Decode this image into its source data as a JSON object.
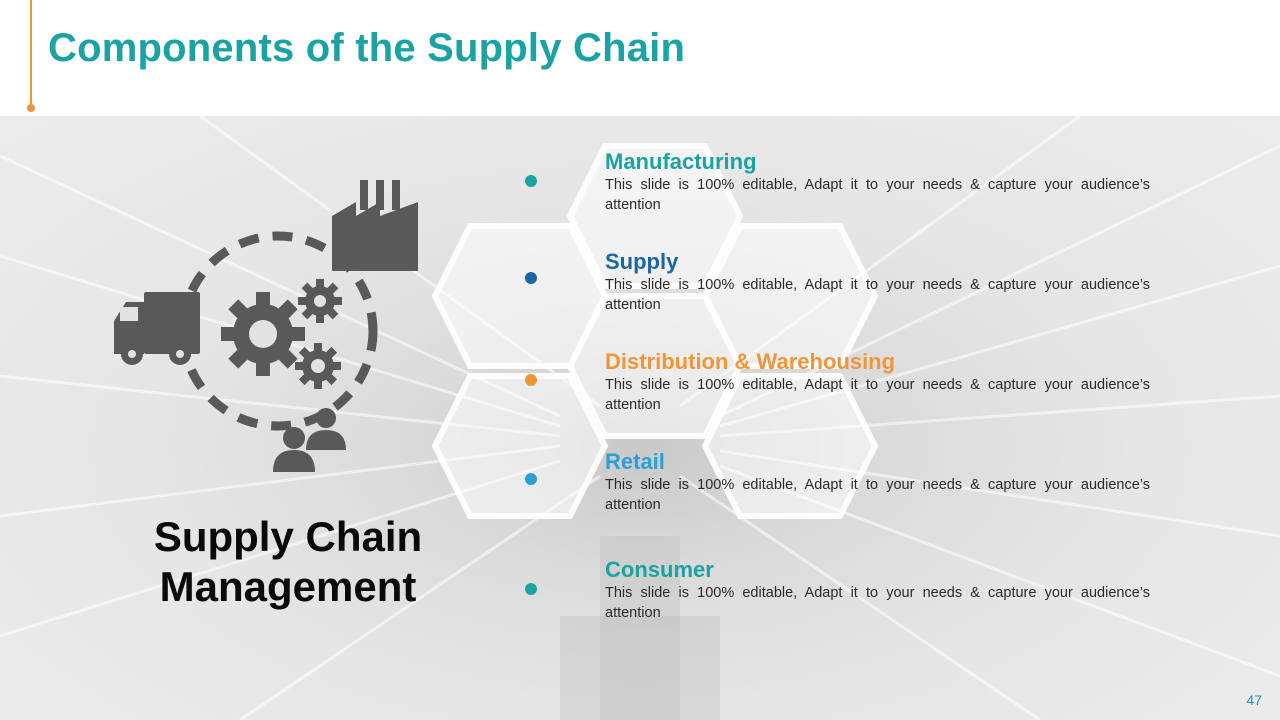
{
  "slide": {
    "title": "Components of the Supply Chain",
    "page_number": "47",
    "diagram_label": "Supply Chain Management"
  },
  "items": [
    {
      "title": "Manufacturing",
      "description": "This slide is 100% editable, Adapt it to your needs & capture your audience’s attention",
      "color": "#1ba3a3"
    },
    {
      "title": "Supply",
      "description": "This slide is 100% editable, Adapt it to your needs & capture your audience’s attention",
      "color": "#1a66a6"
    },
    {
      "title": "Distribution & Warehousing",
      "description": "This slide is 100% editable, Adapt it to your needs & capture your audience’s attention",
      "color": "#f0963a"
    },
    {
      "title": "Retail",
      "description": "This slide is 100% editable, Adapt it to your needs & capture your audience’s attention",
      "color": "#2aa0d4"
    },
    {
      "title": "Consumer",
      "description": "This slide is 100% editable, Adapt it to your needs & capture your audience’s attention",
      "color": "#1ba3a3"
    }
  ],
  "icons": [
    "factory-icon",
    "truck-icon",
    "gears-icon",
    "people-icon",
    "dashed-circle-icon"
  ],
  "colors": {
    "accent": "#f0963a",
    "title": "#1ba3a3",
    "icon": "#595959",
    "page_number": "#2a8fc8"
  }
}
